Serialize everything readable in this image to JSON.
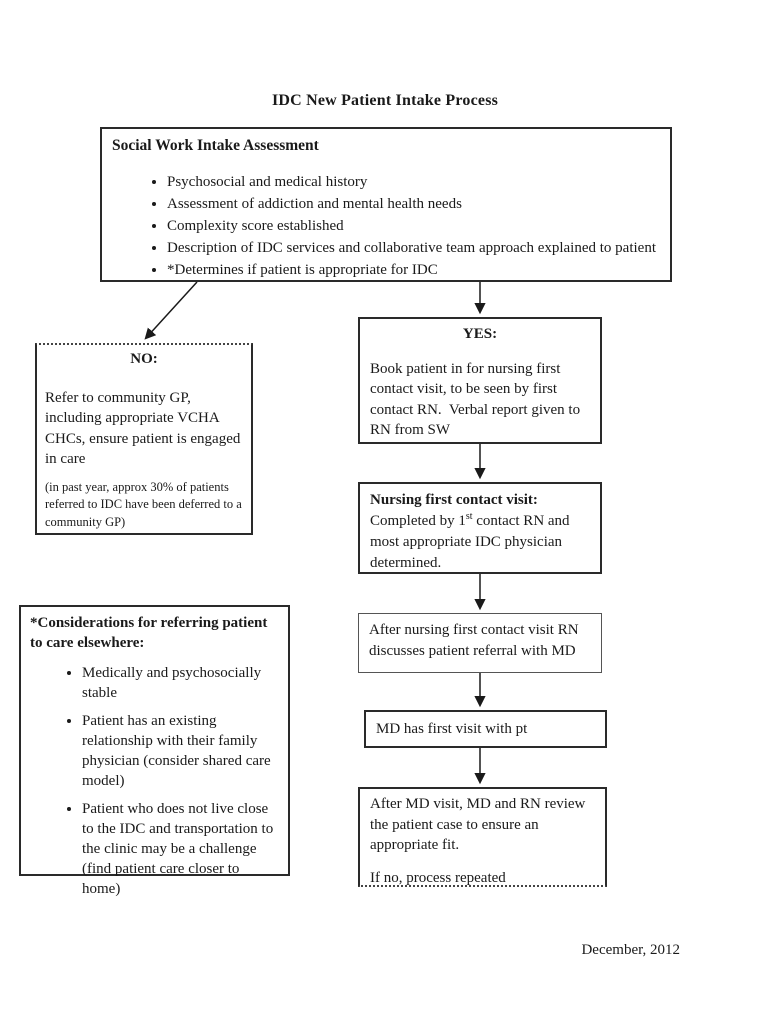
{
  "page": {
    "title": "IDC New Patient Intake Process",
    "footer_date": "December, 2012"
  },
  "boxes": {
    "social_work": {
      "heading": "Social Work Intake Assessment",
      "bullets": [
        "Psychosocial and medical history",
        "Assessment of addiction and mental health needs",
        "Complexity score established",
        "Description of IDC services and collaborative team approach explained to patient",
        "*Determines if patient is appropriate for IDC"
      ]
    },
    "no": {
      "heading": "NO:",
      "body": "Refer to community GP, including appropriate VCHA CHCs, ensure patient is engaged in care",
      "note": "(in past year, approx 30% of patients referred to IDC have been deferred to a community GP)"
    },
    "yes": {
      "heading": "YES:",
      "body": "Book patient in for nursing first contact visit, to be seen by first contact RN.  Verbal report given to RN from SW"
    },
    "nursing": {
      "heading": "Nursing first contact visit:",
      "body_pre": "Completed by 1",
      "body_sup": "st",
      "body_post": " contact RN and most appropriate IDC physician determined."
    },
    "after_nursing": {
      "body": "After nursing first contact visit RN discusses patient referral with MD"
    },
    "md_visit": {
      "body": "MD has first visit with pt"
    },
    "after_md": {
      "body": "After MD visit, MD and RN review the patient case to ensure an appropriate fit.",
      "body2": "If no, process repeated"
    },
    "considerations": {
      "heading": "*Considerations for referring patient to care elsewhere:",
      "bullets": [
        "Medically and psychosocially stable",
        "Patient has an existing relationship with their family physician (consider shared care model)",
        "Patient who does not live close to the IDC and transportation to the clinic may be a challenge (find patient care closer to home)"
      ]
    }
  }
}
